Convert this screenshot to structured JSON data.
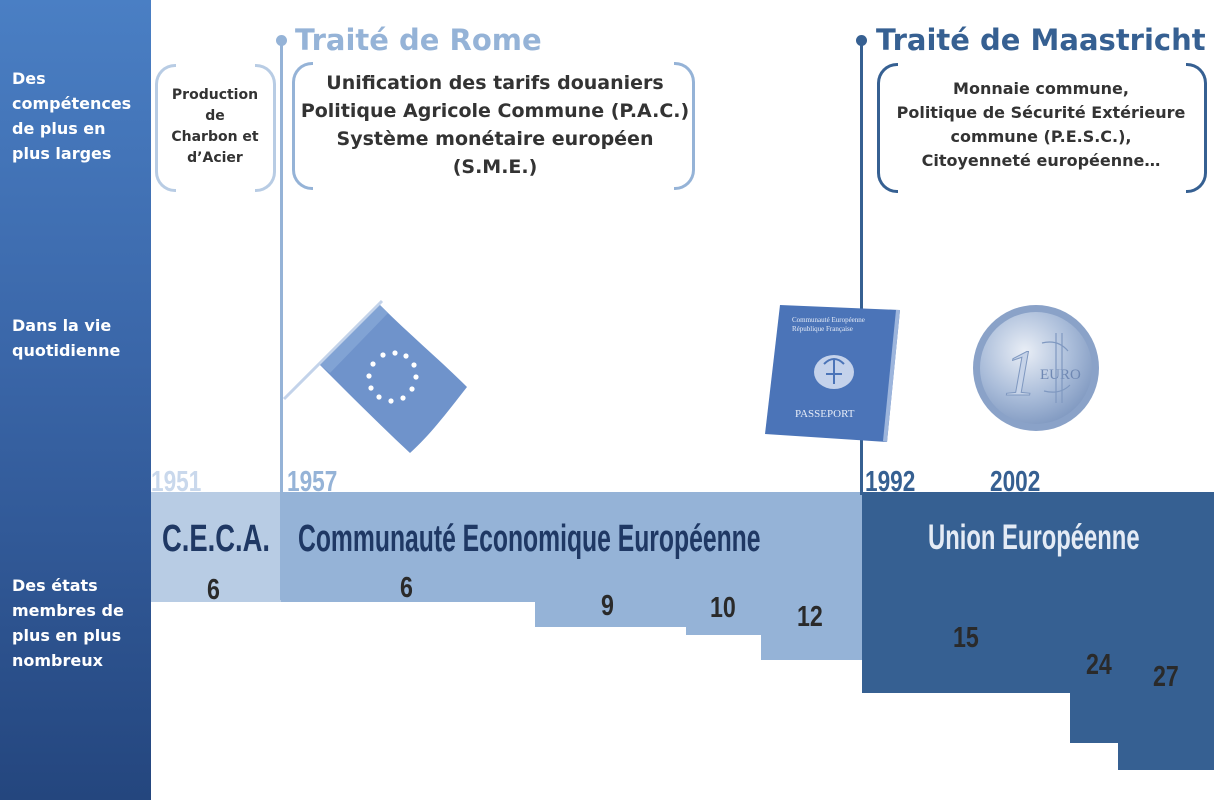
{
  "sidebar": {
    "competences": "Des compétences de plus en plus larges",
    "daily_life": "Dans la vie quotidienne",
    "member_states": "Des états membres de plus en plus nombreux"
  },
  "treaties": {
    "rome": {
      "title": "Traité de Rome",
      "items": [
        "Unification des tarifs douaniers",
        "Politique Agricole Commune (P.A.C.)",
        "Système monétaire européen",
        "(S.M.E.)"
      ]
    },
    "maastricht": {
      "title": "Traité de Maastricht",
      "items": [
        "Monnaie commune,",
        "Politique de Sécurité Extérieure",
        "commune (P.E.S.C.),",
        "Citoyenneté européenne…"
      ]
    },
    "ceca_box": {
      "items": [
        "Production",
        "de",
        "Charbon et",
        "d’Acier"
      ]
    }
  },
  "years": [
    "1951",
    "1957",
    "1992",
    "2002"
  ],
  "eras": {
    "ceca": "C.E.C.A.",
    "cee": "Communauté Economique Européenne",
    "ue": "Union Européenne"
  },
  "member_counts": [
    "6",
    "6",
    "9",
    "10",
    "12",
    "15",
    "24",
    "27"
  ],
  "images": {
    "passport_line1": "Communauté Européenne",
    "passport_line2": "République Française",
    "passport_word": "PASSEPORT",
    "coin_value": "1",
    "coin_word": "EURO"
  },
  "colors": {
    "ceca": "#b8cce4",
    "cee": "#95b3d7",
    "ue": "#366092",
    "rome": "#95b3d7",
    "maastricht": "#366092"
  }
}
